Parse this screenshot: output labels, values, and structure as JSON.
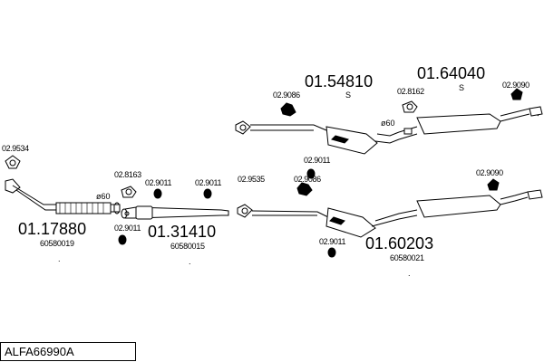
{
  "model": "ALFA66990A",
  "parts": [
    {
      "id": "p_0117880",
      "code": "01.17880",
      "sub": "60580019"
    },
    {
      "id": "p_0131410",
      "code": "01.31410",
      "sub": "60580015"
    },
    {
      "id": "p_0160203",
      "code": "01.60203",
      "sub": "60580021"
    },
    {
      "id": "p_0154810",
      "code": "01.54810",
      "sub": "S"
    },
    {
      "id": "p_0164040",
      "code": "01.64040",
      "sub": "S"
    }
  ],
  "small_parts": {
    "a": "02.9534",
    "b": "02.8163",
    "c": "02.9011",
    "d": "02.9011",
    "e": "02.9535",
    "f": "02.9011",
    "g": "02.9086",
    "h": "02.9011",
    "i": "02.9090",
    "j": "02.9086",
    "k": "02.8162",
    "l": "02.9090",
    "m": "02.9011"
  },
  "diameters": {
    "d1": "ø60",
    "d2": "ø60"
  },
  "dots": {
    "t": "."
  }
}
